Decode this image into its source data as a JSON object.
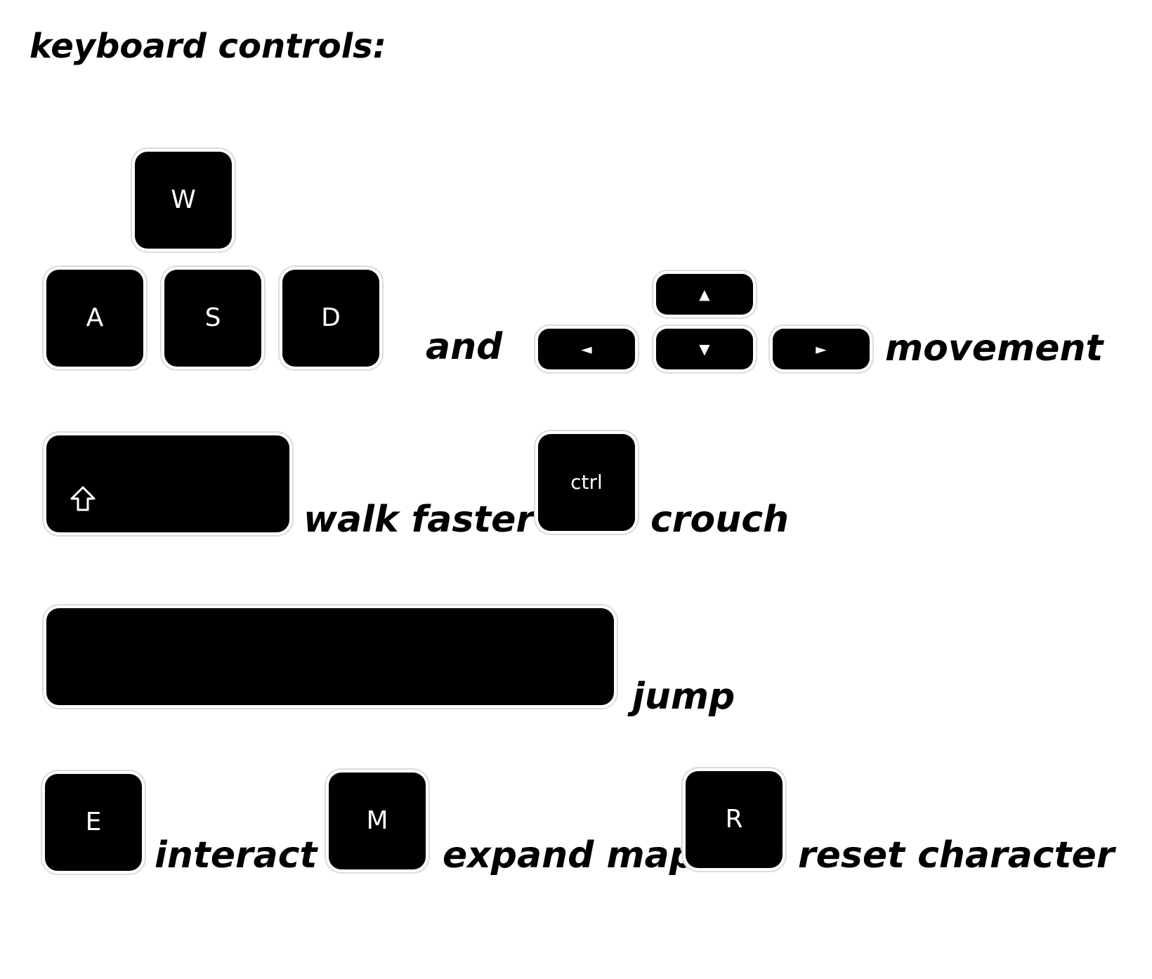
{
  "title": "keyboard controls:",
  "movement": {
    "keys": {
      "w": "W",
      "a": "A",
      "s": "S",
      "d": "D"
    },
    "and_label": "and",
    "arrows": {
      "up": "▲",
      "left": "◄",
      "down": "▼",
      "right": "►"
    },
    "label": "movement"
  },
  "walk_faster": {
    "key_icon": "shift-icon",
    "label": "walk faster"
  },
  "crouch": {
    "key": "ctrl",
    "label": "crouch"
  },
  "jump": {
    "key_icon": "spacebar",
    "label": "jump"
  },
  "interact": {
    "key": "E",
    "label": "interact"
  },
  "expand_map": {
    "key": "M",
    "label": "expand map"
  },
  "reset_character": {
    "key": "R",
    "label": "reset character"
  }
}
